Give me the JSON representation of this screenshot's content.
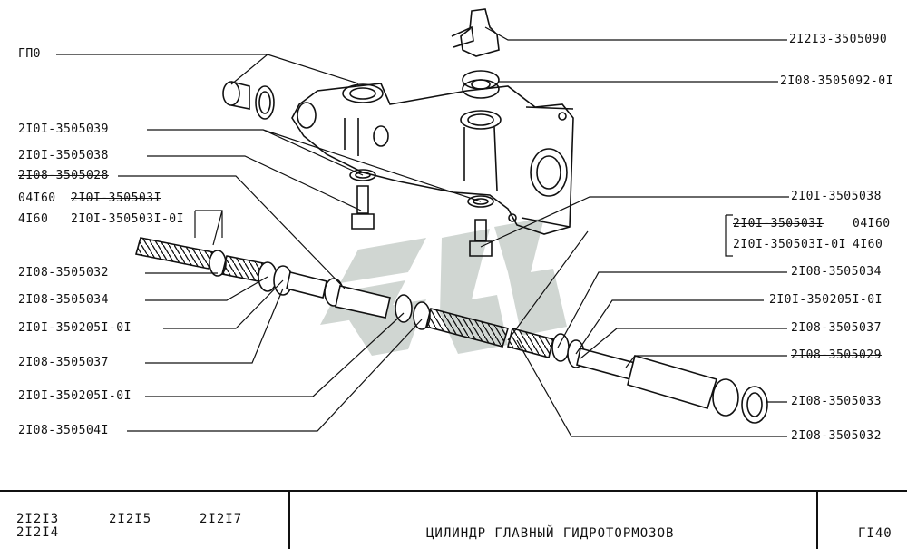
{
  "callouts_left": [
    {
      "id": "gp10",
      "text": "ГП0"
    },
    {
      "id": "l1",
      "text": "2I0I-3505039"
    },
    {
      "id": "l2",
      "text": "2I0I-3505038"
    },
    {
      "id": "l3",
      "text": "2I08-3505028",
      "struck": true
    },
    {
      "id": "l4a",
      "text": "04I60"
    },
    {
      "id": "l4b",
      "text": "2I0I-350503I",
      "struck": true
    },
    {
      "id": "l5a",
      "text": "4I60"
    },
    {
      "id": "l5b",
      "text": "2I0I-350503I-0I"
    },
    {
      "id": "l6",
      "text": "2I08-3505032"
    },
    {
      "id": "l7",
      "text": "2I08-3505034"
    },
    {
      "id": "l8",
      "text": "2I0I-350205I-0I"
    },
    {
      "id": "l9",
      "text": "2I08-3505037"
    },
    {
      "id": "l10",
      "text": "2I0I-350205I-0I"
    },
    {
      "id": "l11",
      "text": "2I08-350504I"
    }
  ],
  "callouts_right": [
    {
      "id": "r1",
      "text": "2I2I3-3505090"
    },
    {
      "id": "r2",
      "text": "2I08-3505092-0I"
    },
    {
      "id": "r3",
      "text": "2I0I-3505038"
    },
    {
      "id": "r4a",
      "text": "2I0I-350503I",
      "struck": true
    },
    {
      "id": "r4b",
      "text": "04I60"
    },
    {
      "id": "r5a",
      "text": "2I0I-350503I-0I"
    },
    {
      "id": "r5b",
      "text": "4I60"
    },
    {
      "id": "r6",
      "text": "2I08-3505034"
    },
    {
      "id": "r7",
      "text": "2I0I-350205I-0I"
    },
    {
      "id": "r8",
      "text": "2I08-3505037"
    },
    {
      "id": "r9",
      "text": "2I08-3505029",
      "struck": true
    },
    {
      "id": "r10",
      "text": "2I08-3505033"
    },
    {
      "id": "r11",
      "text": "2I08-3505032"
    }
  ],
  "title_block": {
    "models_row1": [
      "2I2I3",
      "2I2I5",
      "2I2I7"
    ],
    "models_row2": [
      "2I2I4"
    ],
    "title": "ЦИЛИНДР  ГЛАВНЫЙ  ГИДРОТОРМОЗОВ",
    "sheet_code": "ГI40"
  },
  "colors": {
    "line": "#111111",
    "watermark": "#c8cfcb",
    "paper": "#ffffff"
  }
}
